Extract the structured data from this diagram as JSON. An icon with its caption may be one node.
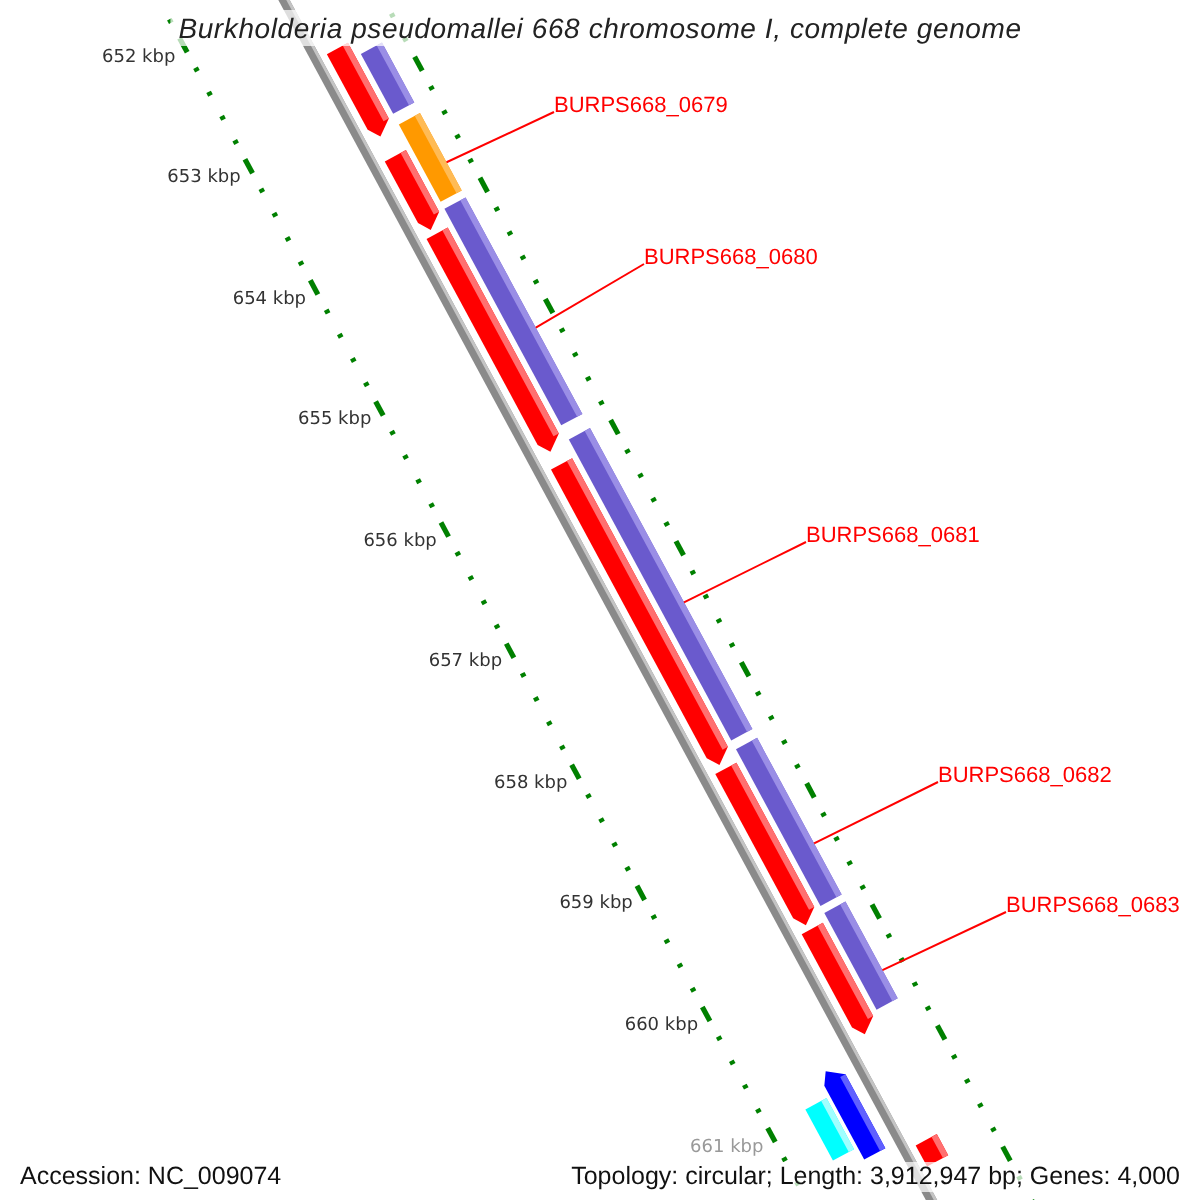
{
  "diagram": {
    "title": "Burkholderia pseudomallei 668 chromosome I, complete genome",
    "nodes": [
      {
        "text": [],
        "shape": "arrow"
      },
      {
        "text": [],
        "shape": "bar"
      },
      {
        "text": [
          "BURPS668_0679"
        ]
      },
      {
        "text": [],
        "shape": "bar"
      },
      {
        "text": [],
        "shape": "arrow"
      },
      {
        "text": [
          "BURPS668_0680"
        ]
      },
      {
        "text": [],
        "shape": "bar"
      },
      {
        "text": [],
        "shape": "arrow"
      },
      {
        "text": [
          "BURPS668_0681"
        ]
      },
      {
        "text": [],
        "shape": "bar"
      },
      {
        "text": [],
        "shape": "arrow"
      },
      {
        "text": [
          "BURPS668_0682"
        ]
      },
      {
        "text": [],
        "shape": "bar"
      },
      {
        "text": [],
        "shape": "arrow"
      },
      {
        "text": [
          "BURPS668_0683"
        ]
      },
      {
        "text": [],
        "shape": "bar"
      },
      {
        "text": [],
        "shape": "arrow"
      },
      {
        "text": [],
        "shape": "arrow"
      },
      {
        "text": [],
        "shape": "bar"
      },
      {
        "text": [],
        "shape": "bar"
      }
    ],
    "edges": [
      {
        "from": 2,
        "to": 3,
        "arrow": "none"
      },
      {
        "from": 5,
        "to": 6,
        "arrow": "none"
      },
      {
        "from": 8,
        "to": 9,
        "arrow": "none"
      },
      {
        "from": 11,
        "to": 12,
        "arrow": "none"
      },
      {
        "from": 14,
        "to": 15,
        "arrow": "none"
      }
    ],
    "labels": [
      "652 kbp",
      "653 kbp",
      "654 kbp",
      "655 kbp",
      "656 kbp",
      "657 kbp",
      "658 kbp",
      "659 kbp",
      "660 kbp",
      "661 kbp",
      "Accession: NC_009074",
      "Topology: circular; Length: 3,912,947 bp; Genes: 4,000"
    ]
  }
}
